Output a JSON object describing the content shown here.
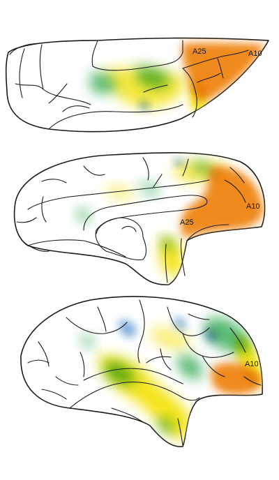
{
  "views": [
    {
      "id": "ventral",
      "labels": [
        "A25",
        "A10"
      ]
    },
    {
      "id": "medial",
      "labels": [
        "A10",
        "A25"
      ]
    },
    {
      "id": "lateral",
      "labels": [
        "A10"
      ]
    }
  ],
  "colors": {
    "outline": "#1a1a1a",
    "orange": "#f08a1e",
    "yellow": "#f4e41a",
    "green": "#2fa84f",
    "blue": "#6fa3d8"
  }
}
